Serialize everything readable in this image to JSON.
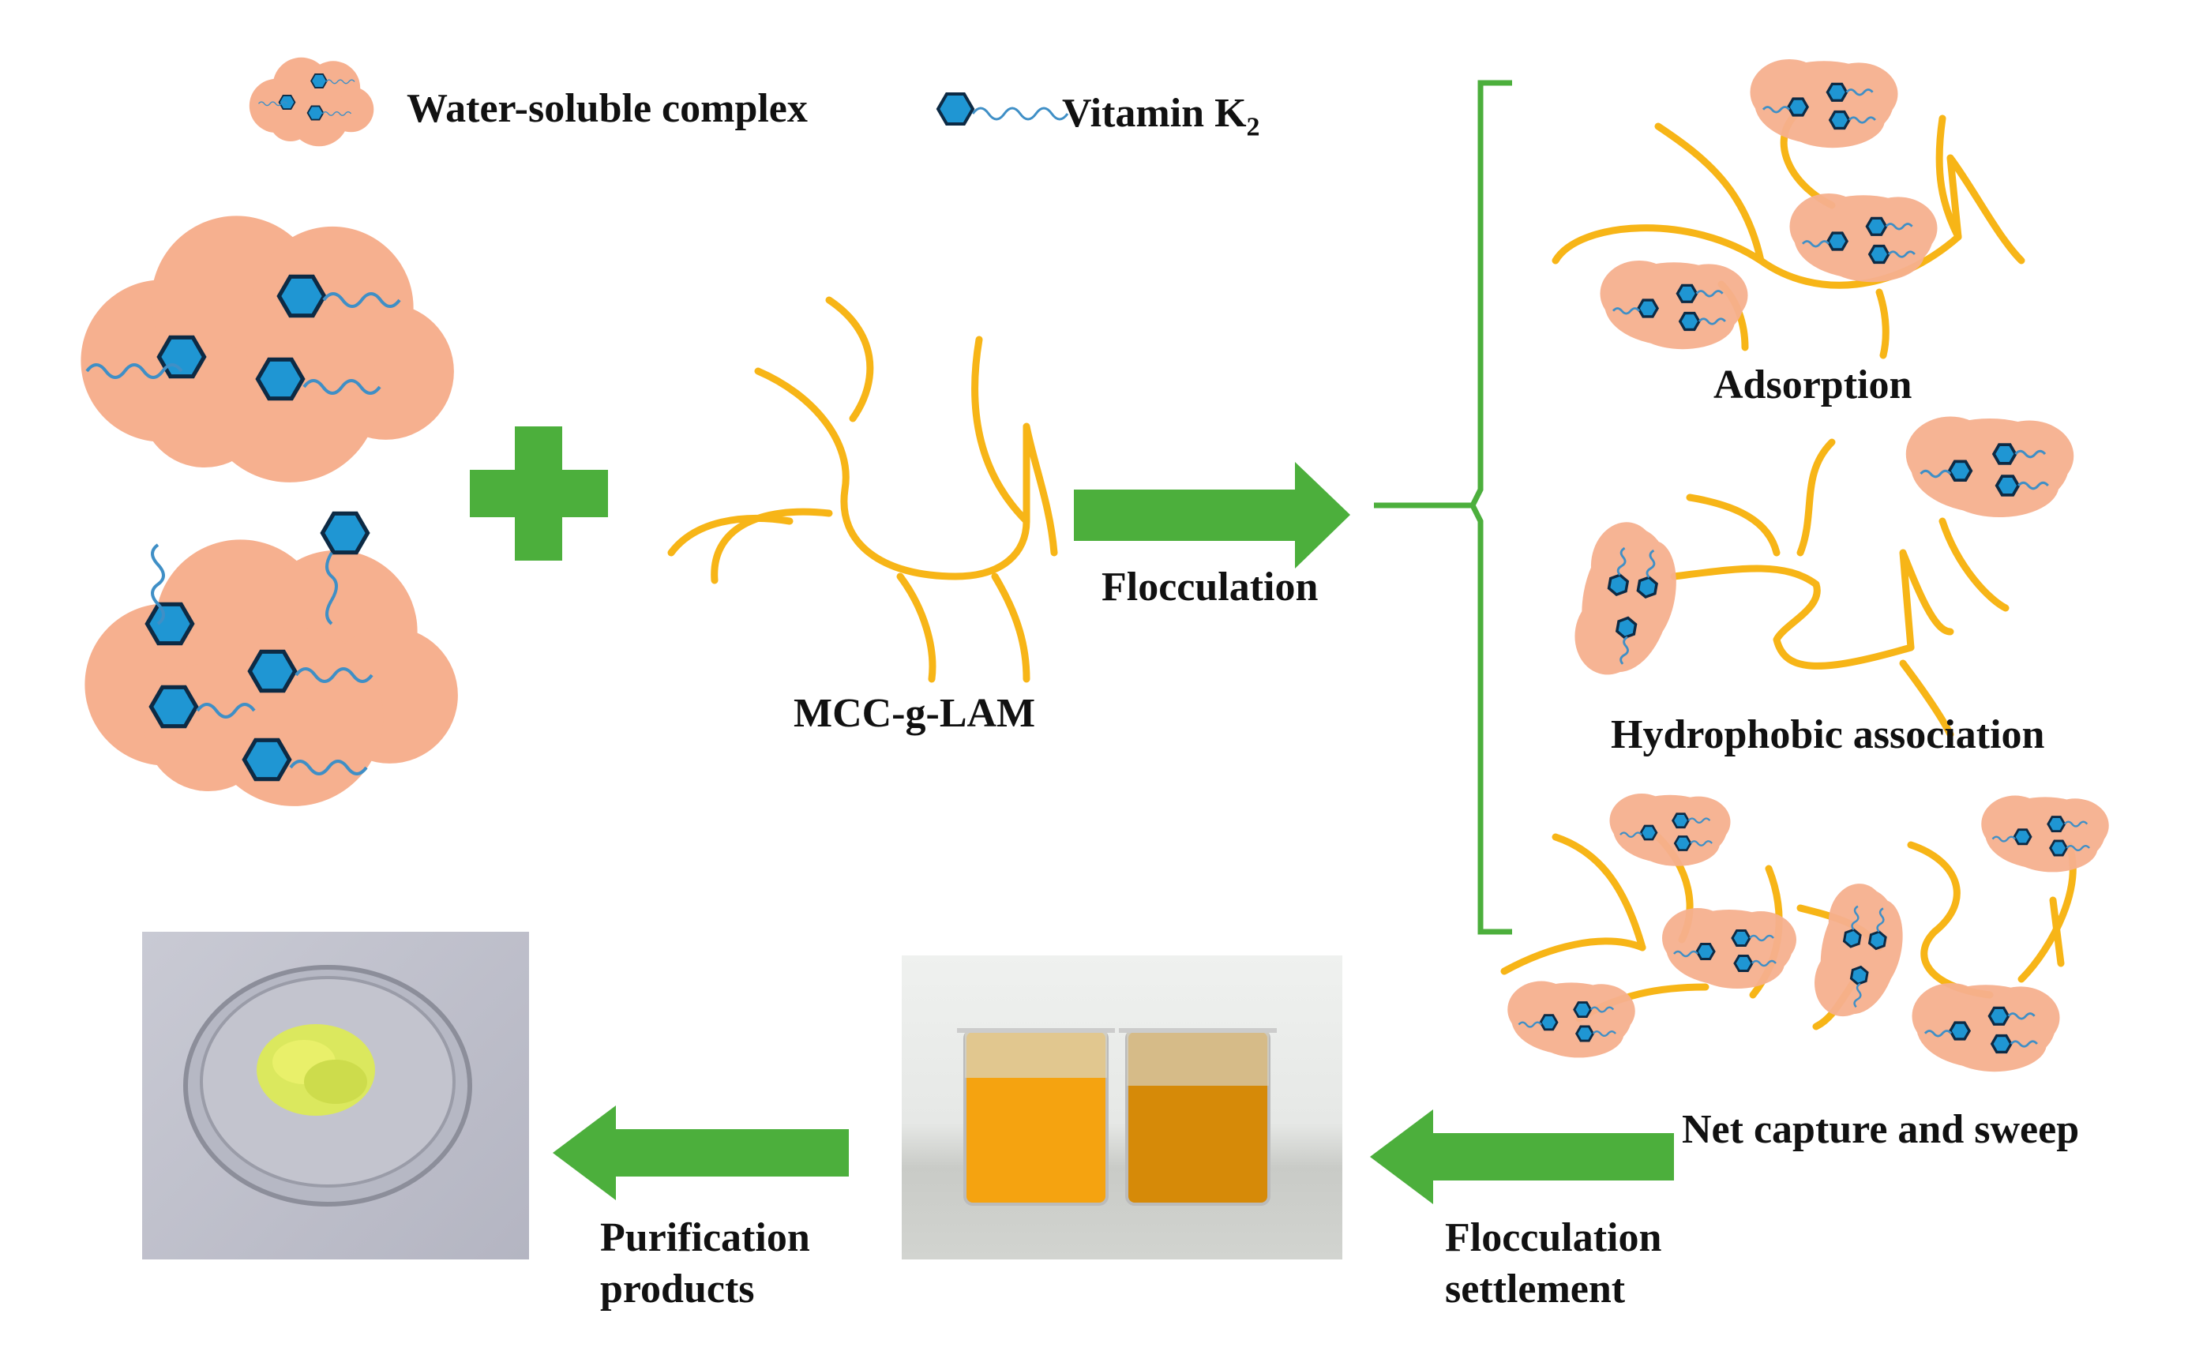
{
  "legend": {
    "complex_label": "Water-soluble  complex",
    "vitamin_label": "Vitamin  K",
    "vitamin_subscript": "2"
  },
  "labels": {
    "flocculant": "MCC-g-LAM",
    "flocculation": "Flocculation",
    "adsorption": "Adsorption",
    "hydrophobic": "Hydrophobic association",
    "net_capture": "Net capture and sweep",
    "settlement_line1": "Flocculation",
    "settlement_line2": "settlement",
    "purification_line1": "Purification",
    "purification_line2": "products"
  },
  "colors": {
    "complex": "#f6b08f",
    "chain": "#f7b517",
    "hexagon": "#1f96d3",
    "tail": "#3f8fc6",
    "arrow": "#4caf3c",
    "bracket": "#4caf3c"
  },
  "icons": {
    "plus": "plus-icon",
    "arrow": "arrow-icon",
    "bracket": "curly-bracket-icon"
  }
}
